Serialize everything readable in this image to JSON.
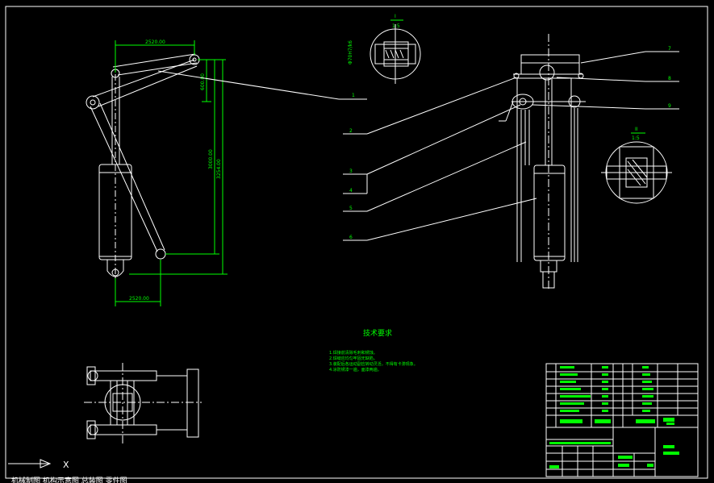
{
  "dims": {
    "top_width": "2520.00",
    "short_height": "600.00",
    "mid_height": "3000.00",
    "total_height": "3254.00",
    "bottom_width": "2520.00"
  },
  "balloons": [
    "1",
    "2",
    "3",
    "4",
    "5",
    "6",
    "7",
    "8",
    "9"
  ],
  "detail_top": {
    "label": "I",
    "scale": "1:5",
    "dim": "Φ70H7/k6"
  },
  "detail_right": {
    "label": "II",
    "scale": "1:5"
  },
  "notes": {
    "title": "技术要求",
    "items": [
      "1.焊接前清除毛刺和锈蚀。",
      "2.焊缝应均匀牢固无缺陷。",
      "3.装配后各运动副应转动灵活，不得有卡滞现象。",
      "4.涂防锈漆一遍，面漆两遍。"
    ]
  },
  "axis_label": "X",
  "bottom_strip": "机械制图 机构示意图 总装图 零件图"
}
